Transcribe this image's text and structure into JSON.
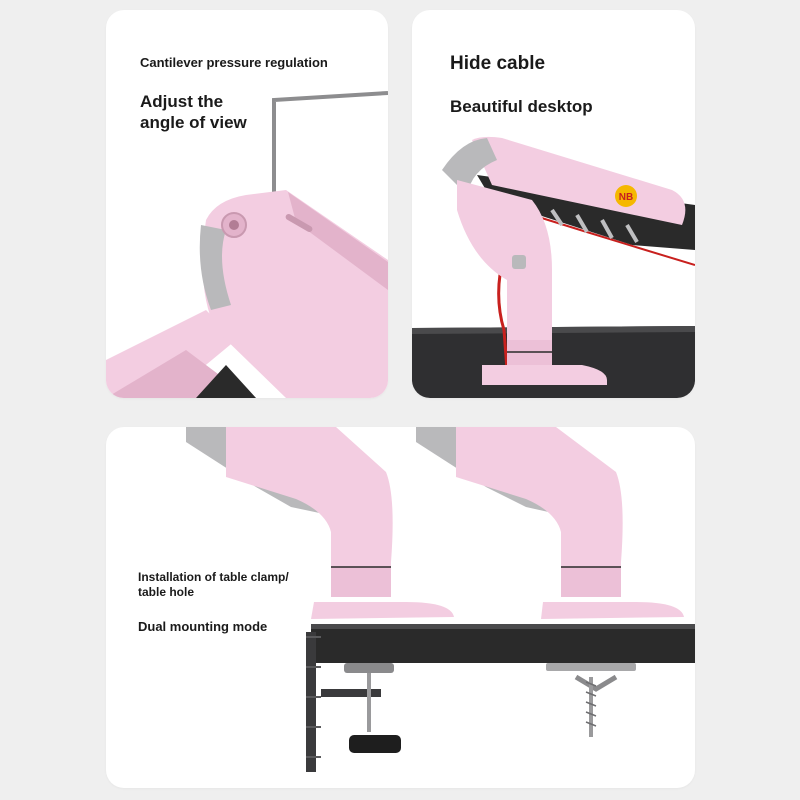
{
  "panels": {
    "top_left": {
      "caption": "Cantilever pressure regulation",
      "headline_line1": "Adjust the",
      "headline_line2": "angle of view"
    },
    "top_right": {
      "caption": "Hide cable",
      "subcaption": "Beautiful desktop",
      "badge": "NB"
    },
    "bottom": {
      "caption_line1": "Installation of table clamp/",
      "caption_line2": "table hole",
      "subcaption": "Dual mounting mode"
    }
  },
  "colors": {
    "arm_pink": "#f3cde1",
    "arm_pink_dark": "#e3b3cb",
    "joint_gray": "#b9b9bb",
    "desk_black": "#2a2a2a",
    "cable_red": "#c8201e",
    "page_bg": "#efefef"
  }
}
